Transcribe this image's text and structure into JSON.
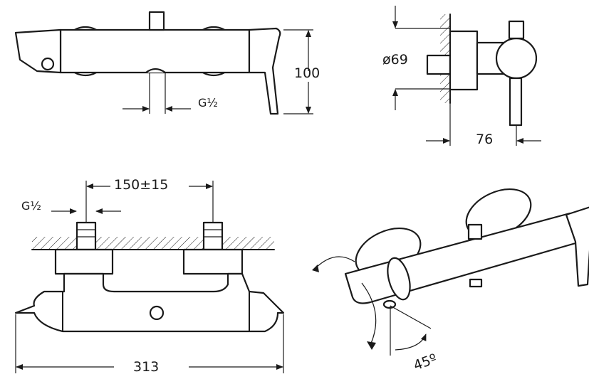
{
  "dimensions": {
    "height": "100",
    "thread_top": "G½",
    "diameter": "ø69",
    "depth": "76",
    "spacing": "150±15",
    "thread_front": "G½",
    "width": "313",
    "angle": "45º"
  }
}
